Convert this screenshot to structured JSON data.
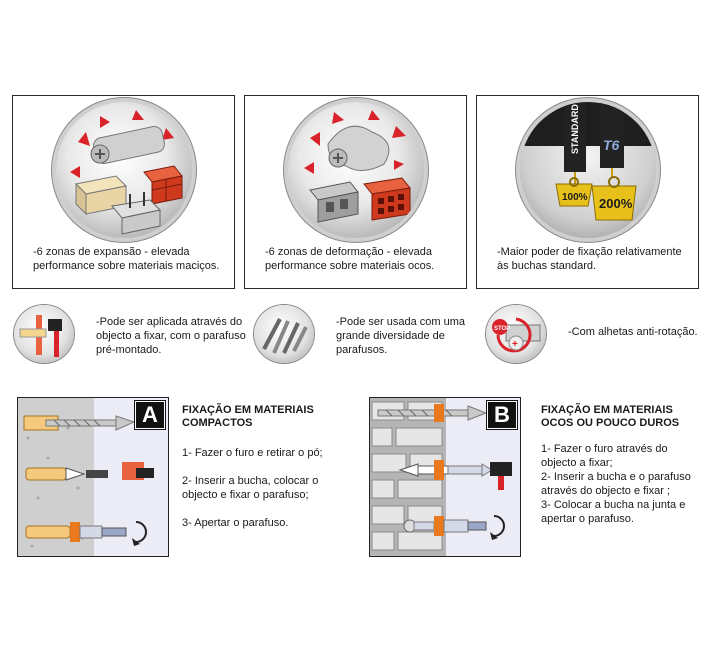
{
  "cards": [
    {
      "caption": "-6 zonas de expansão - elevada performance sobre materiais maciços.",
      "icons": [
        "anchor-icon",
        "brick-icon",
        "concrete-block-icon"
      ]
    },
    {
      "caption": "-6 zonas de deformação - elevada performance sobre materiais ocos.",
      "icons": [
        "anchor-icon",
        "hollow-block-icon",
        "hollow-brick-icon"
      ]
    },
    {
      "caption": "-Maior poder de fixação relativamente às buchas standard.",
      "labels": {
        "standard": "STANDARD",
        "brand": "T6",
        "pct_standard": "100%",
        "pct_t6": "200%"
      }
    }
  ],
  "features": [
    {
      "text": "-Pode ser aplicada através do objecto a fixar, com o parafuso pré-montado.",
      "icon": "hammer-icon"
    },
    {
      "text": "-Pode ser usada com uma grande diversidade de parafusos.",
      "icon": "screws-icon"
    },
    {
      "text": "-Com alhetas anti-rotação.",
      "icon": "stop-rotation-icon",
      "badge": "STOP"
    }
  ],
  "panels": [
    {
      "letter": "A",
      "title": "FIXAÇÃO EM MATERIAIS COMPACTOS",
      "steps": [
        "1- Fazer o furo e retirar o pó;",
        "2- Inserir a bucha, colocar o objecto e fixar o parafuso;",
        "3- Apertar o parafuso."
      ]
    },
    {
      "letter": "B",
      "title": "FIXAÇÃO EM MATERIAIS OCOS OU POUCO DUROS",
      "steps": [
        "1- Fazer o furo através do objecto a fixar;",
        "2- Inserir a bucha e o parafuso através do objecto e fixar ;",
        "3- Colocar a bucha na junta e apertar o parafuso."
      ]
    }
  ],
  "colors": {
    "red": "#d8232a",
    "orange": "#e8791d",
    "yellow": "#f0c419",
    "grey": "#9a9a9a",
    "blue": "#2a3f8f"
  }
}
